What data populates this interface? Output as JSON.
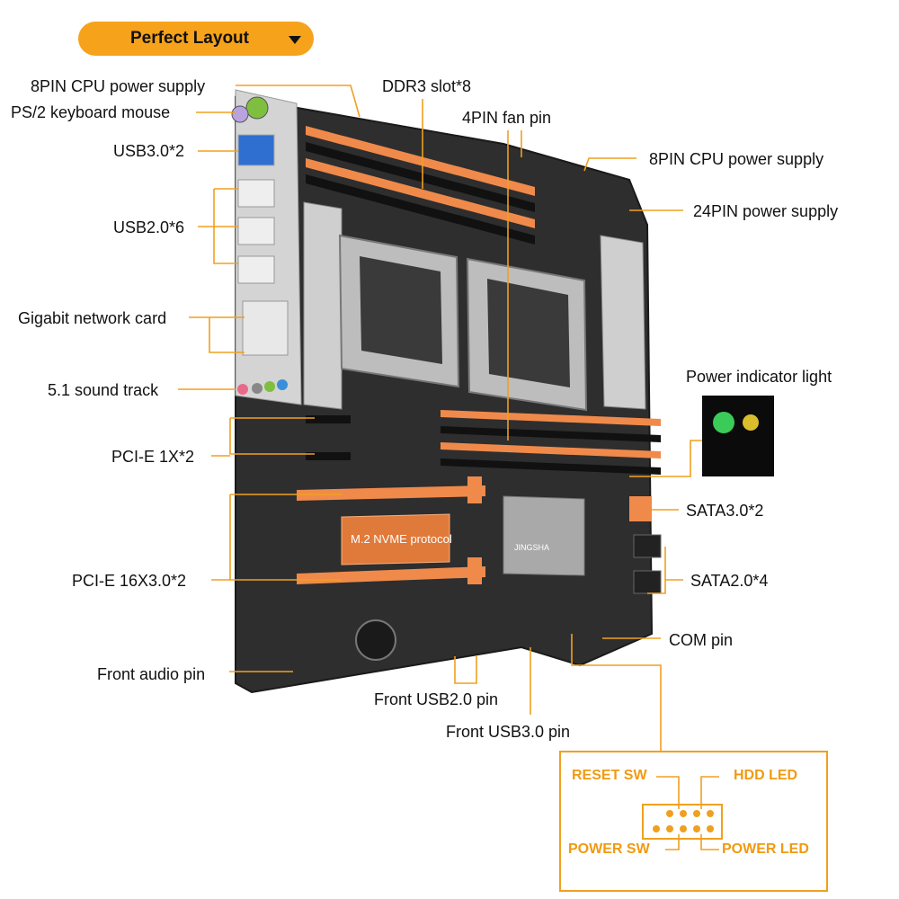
{
  "banner": {
    "title": "Perfect Layout"
  },
  "labels": {
    "cpu_power_left": "8PIN CPU power supply",
    "ps2": "PS/2 keyboard mouse",
    "usb30": "USB3.0*2",
    "usb20": "USB2.0*6",
    "network": "Gigabit network card",
    "sound": "5.1 sound track",
    "pcie1x": "PCI-E 1X*2",
    "pcie16x": "PCI-E 16X3.0*2",
    "front_audio": "Front audio pin",
    "ddr3": "DDR3 slot*8",
    "fan": "4PIN fan pin",
    "cpu_power_right": "8PIN CPU power supply",
    "atx24": "24PIN power supply",
    "power_light": "Power indicator light",
    "sata3": "SATA3.0*2",
    "sata2": "SATA2.0*4",
    "com": "COM pin",
    "front_usb2": "Front USB2.0 pin",
    "front_usb3": "Front USB3.0 pin"
  },
  "board": {
    "m2_label": "M.2 NVME protocol",
    "chip_brand": "JINGSHA"
  },
  "front_panel": {
    "reset_sw": "RESET SW",
    "hdd_led": "HDD  LED",
    "power_sw": "POWER SW",
    "power_led": "POWER LED"
  },
  "colors": {
    "accent": "#f7a21b",
    "board": "#2b2b2b",
    "slot": "#f08a4b"
  }
}
